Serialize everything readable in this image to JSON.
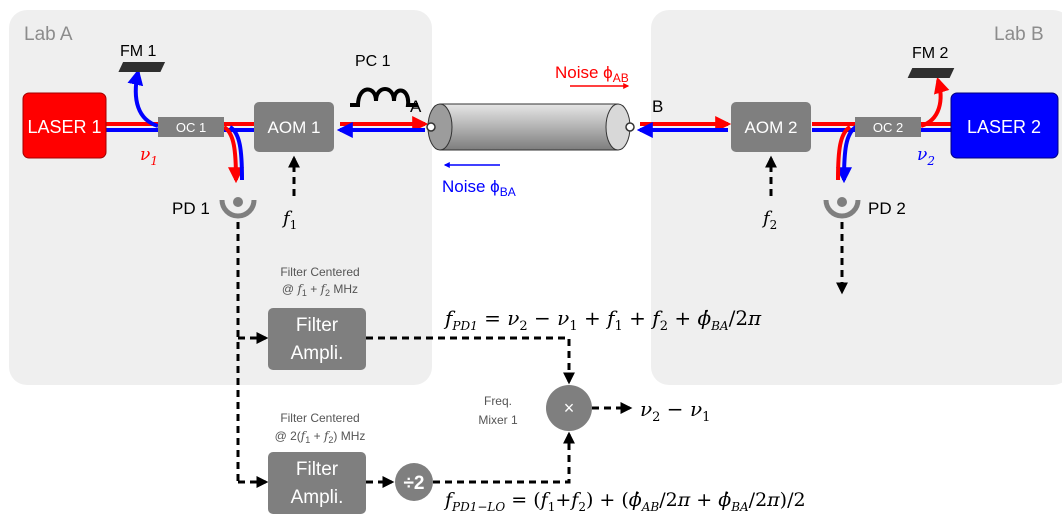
{
  "labs": {
    "a": "Lab A",
    "b": "Lab B"
  },
  "components": {
    "laser1": "LASER 1",
    "laser2": "LASER 2",
    "fm1": "FM 1",
    "fm2": "FM 2",
    "oc1": "OC 1",
    "oc2": "OC 2",
    "aom1": "AOM 1",
    "aom2": "AOM 2",
    "pc1": "PC 1",
    "pd1": "PD 1",
    "pd2": "PD 2",
    "point_a": "A",
    "point_b": "B",
    "nu1": "ν1",
    "nu2": "ν2",
    "f1": "f1",
    "f2": "f2"
  },
  "noise": {
    "ab": "Noise ϕAB",
    "ba": "Noise ϕBA"
  },
  "filters": {
    "top_caption_line1": "Filter Centered",
    "top_caption_line2": "@ f1 + f2 MHz",
    "bottom_caption_line1": "Filter Centered",
    "bottom_caption_line2": "@ 2(f1 + f2) MHz",
    "box_line1": "Filter",
    "box_line2": "Ampli."
  },
  "mixer": {
    "label_line1": "Freq.",
    "label_line2": "Mixer 1",
    "symbol": "×",
    "divider": "÷2"
  },
  "equations": {
    "fpd1": "fPD1 = ν2 − ν1 + f1 + f2 + ϕ̇BA/2π",
    "output": "ν2 − ν1",
    "fpd1_lo": "fPD1−LO = (f1+f2)  + (ϕ̇AB/2π + ϕ̇BA/2π)/2"
  },
  "colors": {
    "laser1": "#ff0000",
    "laser2": "#0000ff",
    "forward_beam": "#ff0000",
    "backward_beam": "#0000ff",
    "device": "#7f7f7f",
    "lab_panel": "#efefef"
  }
}
